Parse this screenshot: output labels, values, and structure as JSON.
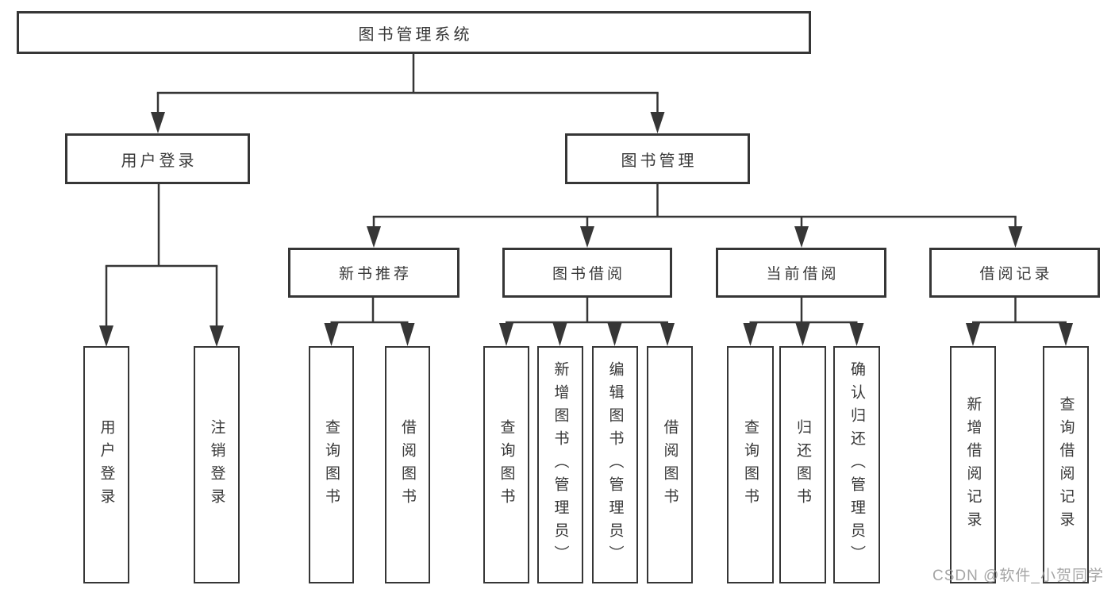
{
  "tree": {
    "label": "图书管理系统",
    "children": [
      {
        "label": "用户登录",
        "children": [
          {
            "label": "用户登录"
          },
          {
            "label": "注销登录"
          }
        ]
      },
      {
        "label": "图书管理",
        "children": [
          {
            "label": "新书推荐",
            "children": [
              {
                "label": "查询图书"
              },
              {
                "label": "借阅图书"
              }
            ]
          },
          {
            "label": "图书借阅",
            "children": [
              {
                "label": "查询图书"
              },
              {
                "label": "新增图书（管理员）"
              },
              {
                "label": "编辑图书（管理员）"
              },
              {
                "label": "借阅图书"
              }
            ]
          },
          {
            "label": "当前借阅",
            "children": [
              {
                "label": "查询图书"
              },
              {
                "label": "归还图书"
              },
              {
                "label": "确认归还（管理员）"
              }
            ]
          },
          {
            "label": "借阅记录",
            "children": [
              {
                "label": "新增借阅记录"
              },
              {
                "label": "查询借阅记录"
              }
            ]
          }
        ]
      }
    ]
  },
  "watermark": {
    "text": "CSDN @软件_小贺同学"
  },
  "colors": {
    "line": "#363636",
    "box_border": "#363636",
    "text": "#383838",
    "watermark": "#9c9c9c",
    "background": "#ffffff"
  }
}
